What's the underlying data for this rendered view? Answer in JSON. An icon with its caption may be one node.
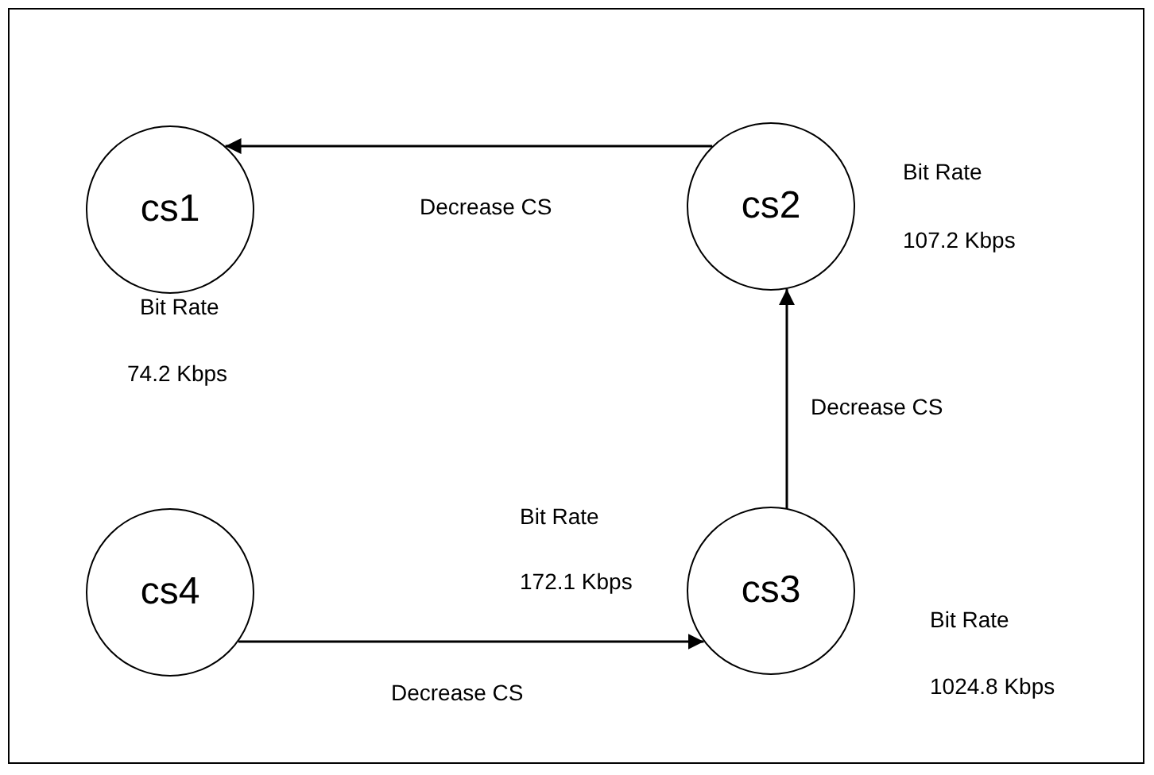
{
  "diagram": {
    "nodes": [
      {
        "text": [
          "cs1"
        ],
        "beside": [
          "Bit Rate",
          "74.2 Kbps"
        ]
      },
      {
        "text": [
          "cs2"
        ],
        "beside": [
          "Bit Rate",
          "107.2 Kbps"
        ]
      },
      {
        "text": [
          "cs4"
        ],
        "beside": [
          "Bit Rate",
          "172.1 Kbps"
        ]
      },
      {
        "text": [
          "cs3"
        ],
        "beside": [
          "Bit Rate",
          "1024.8 Kbps"
        ]
      }
    ],
    "edges": [
      {
        "from": 1,
        "to": 0,
        "arrow": "to",
        "label": "Decrease CS"
      },
      {
        "from": 3,
        "to": 1,
        "arrow": "to",
        "label": "Decrease CS"
      },
      {
        "from": 2,
        "to": 3,
        "arrow": "to",
        "label": "Decrease CS"
      }
    ]
  }
}
